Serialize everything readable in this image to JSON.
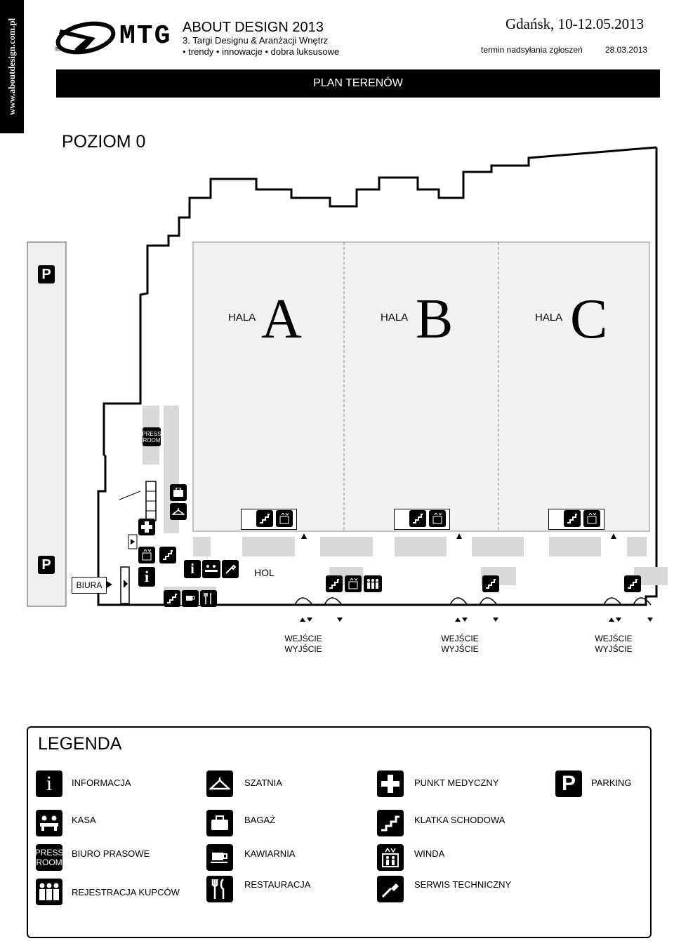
{
  "side_url": "www.aboutdesign.com.pl",
  "header": {
    "logo_text": "MTG",
    "registered_mark": "®",
    "event_title": "ABOUT DESIGN 2013",
    "event_subtitle": "3. Targi Designu & Aranżacji Wnętrz",
    "event_tags": "• trendy • innowacje • dobra luksusowe",
    "place_date": "Gdańsk, 10-12.05.2013",
    "deadline_label": "termin nadsyłania zgłoszeń",
    "deadline_date": "28.03.2013",
    "banner": "PLAN TERENÓW"
  },
  "level_title": "POZIOM 0",
  "map": {
    "halls": [
      {
        "label": "HALA",
        "letter": "A"
      },
      {
        "label": "HALA",
        "letter": "B"
      },
      {
        "label": "HALA",
        "letter": "C"
      }
    ],
    "parking_letter": "P",
    "biura": "BIURA",
    "hol": "HOL",
    "press_room_top": "PRESS",
    "press_room_bottom": "ROOM",
    "info_letter": "i",
    "entrances": [
      {
        "enter": "WEJŚCIE",
        "exit": "WYJŚCIE"
      },
      {
        "enter": "WEJŚCIE",
        "exit": "WYJŚCIE"
      },
      {
        "enter": "WEJŚCIE",
        "exit": "WYJŚCIE"
      }
    ]
  },
  "legend": {
    "title": "LEGENDA",
    "items": [
      {
        "icon": "info-icon",
        "glyph": "i",
        "label": "INFORMACJA"
      },
      {
        "icon": "cloakroom-icon",
        "glyph": "",
        "label": "SZATNIA"
      },
      {
        "icon": "medical-cross-icon",
        "glyph": "",
        "label": "PUNKT MEDYCZNY"
      },
      {
        "icon": "parking-icon",
        "glyph": "P",
        "label": "PARKING"
      },
      {
        "icon": "cashier-icon",
        "glyph": "",
        "label": "KASA"
      },
      {
        "icon": "luggage-icon",
        "glyph": "",
        "label": "BAGAŻ"
      },
      {
        "icon": "stairs-icon",
        "glyph": "",
        "label": "KLATKA SCHODOWA"
      },
      {
        "icon": "press-room-icon",
        "glyph": "",
        "label": "BIURO PRASOWE"
      },
      {
        "icon": "cafe-icon",
        "glyph": "",
        "label": "KAWIARNIA"
      },
      {
        "icon": "elevator-icon",
        "glyph": "",
        "label": "WINDA"
      },
      {
        "icon": "buyer-registration-icon",
        "glyph": "",
        "label": "REJESTRACJA KUPCÓW"
      },
      {
        "icon": "restaurant-icon",
        "glyph": "",
        "label": "RESTAURACJA"
      },
      {
        "icon": "technical-service-icon",
        "glyph": "",
        "label": "SERWIS TECHNICZNY"
      }
    ]
  },
  "colors": {
    "ink": "#000000",
    "hall_fill": "#f2f2f2",
    "service_fill": "#d9d9d9"
  }
}
